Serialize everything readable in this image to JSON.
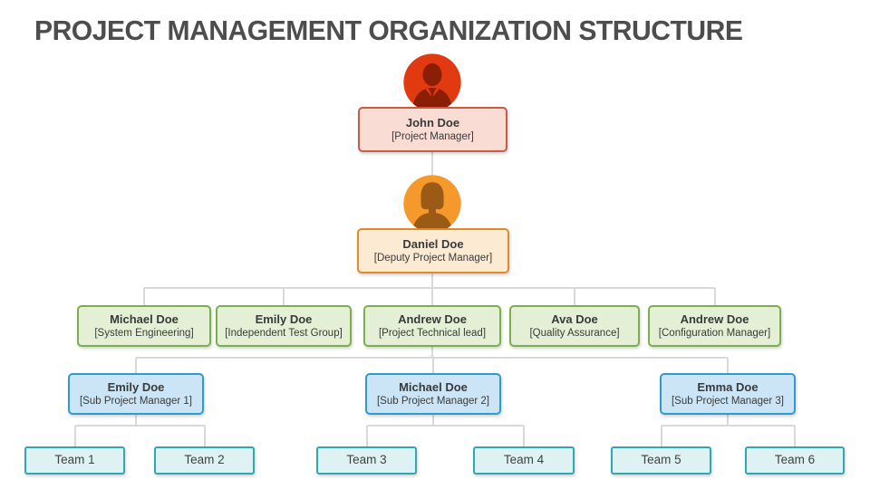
{
  "title": "PROJECT MANAGEMENT ORGANIZATION STRUCTURE",
  "colors": {
    "male_avatar_bg": "#e23a10",
    "male_avatar_fg": "#8a1f06",
    "female_avatar_bg": "#f5992c",
    "female_avatar_fg": "#9c5a17",
    "root_box_bg": "#f9dcd4",
    "root_box_border": "#c75b45",
    "deputy_box_bg": "#fdead3",
    "deputy_box_border": "#e18a28",
    "manager_box_bg": "#e3f0d5",
    "manager_box_border": "#7bae4e",
    "sub_manager_box_bg": "#cbe5f6",
    "sub_manager_box_border": "#2d9bd2",
    "team_box_bg": "#dff2f3",
    "team_box_border": "#2fa8b3",
    "connector": "#d9d9d9",
    "title_text": "#4d4d4d"
  },
  "root": {
    "name": "John Doe",
    "role": "[Project Manager]"
  },
  "deputy": {
    "name": "Daniel Doe",
    "role": "[Deputy Project Manager]"
  },
  "managers": [
    {
      "name": "Michael Doe",
      "role": "[System Engineering]"
    },
    {
      "name": "Emily Doe",
      "role": "[Independent Test Group]"
    },
    {
      "name": "Andrew Doe",
      "role": "[Project Technical lead]"
    },
    {
      "name": "Ava Doe",
      "role": "[Quality Assurance]"
    },
    {
      "name": "Andrew Doe",
      "role": "[Configuration Manager]"
    }
  ],
  "sub_managers": [
    {
      "name": "Emily Doe",
      "role": "[Sub Project Manager 1]"
    },
    {
      "name": "Michael Doe",
      "role": "[Sub Project Manager 2]"
    },
    {
      "name": "Emma Doe",
      "role": "[Sub Project Manager 3]"
    }
  ],
  "teams": [
    "Team 1",
    "Team 2",
    "Team 3",
    "Team 4",
    "Team 5",
    "Team 6"
  ]
}
